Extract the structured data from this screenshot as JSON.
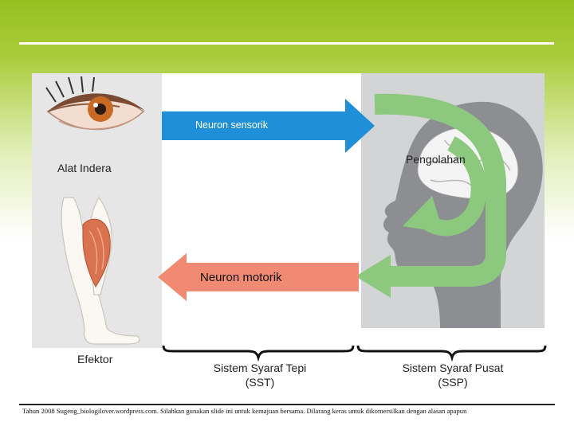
{
  "labels": {
    "sensory_neuron": "Neuron sensorik",
    "motor_neuron": "Neuron motorik",
    "processing": "Pengolahan",
    "sense_organ": "Alat Indera",
    "effector": "Efektor",
    "pns": "Sistem Syaraf Tepi\n(SST)",
    "cns": "Sistem Syaraf Pusat\n(SSP)"
  },
  "footer": "Tahun 2008 Sugeng_biologilover.wordpress.com. Silahkan gunakan slide ini untuk kemajuan bersama. Dilarang keras untuk dikomersilkan dengan alasan apapun",
  "colors": {
    "sensory_arrow": "#1e8fd8",
    "motor_arrow": "#f08a73",
    "processing_arrow": "#8cc87e",
    "header_green": "#95c11f"
  },
  "icons": [
    "eye-icon",
    "leg-icon",
    "head-icon",
    "brain-icon"
  ]
}
